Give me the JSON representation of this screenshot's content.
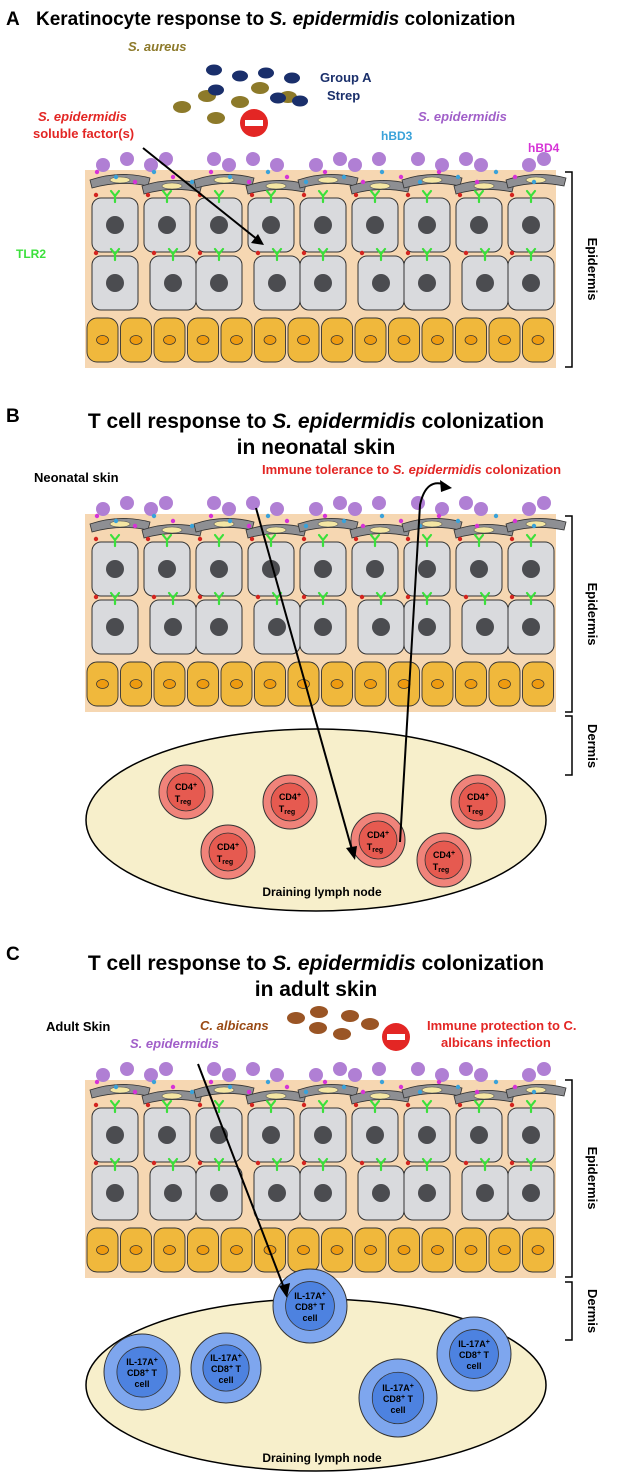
{
  "panel_a": {
    "letter": "A",
    "title_pre": "Keratinocyte response to ",
    "title_italic": "S. epidermidis",
    "title_post": " colonization",
    "s_aureus": "S. aureus",
    "group_a_1": "Group A",
    "group_a_2": "Strep",
    "soluble_1": "S. epidermidis",
    "soluble_2": "soluble factor(s)",
    "s_epidermidis": "S. epidermidis",
    "hbd3": "hBD3",
    "hbd4": "hBD4",
    "tlr2": "TLR2",
    "epidermis": "Epidermis"
  },
  "panel_b": {
    "letter": "B",
    "title1_pre": "T cell response to ",
    "title1_italic": "S. epidermidis",
    "title1_post": " colonization",
    "title2": "in neonatal skin",
    "skin_label": "Neonatal skin",
    "tolerance_pre": "Immune tolerance to ",
    "tolerance_italic": "S. epidermidis",
    "tolerance_post": " colonization",
    "epidermis": "Epidermis",
    "dermis": "Dermis",
    "treg_top": "CD4",
    "treg_sup": "+",
    "treg_bottom": "T",
    "treg_sub": "reg",
    "node_label": "Draining lymph node"
  },
  "panel_c": {
    "letter": "C",
    "title1_pre": "T cell response to ",
    "title1_italic": "S. epidermidis",
    "title1_post": " colonization",
    "title2": "in adult skin",
    "skin_label": "Adult Skin",
    "s_epidermidis": "S. epidermidis",
    "c_albicans": "C. albicans",
    "protection_1": "Immune protection to C.",
    "protection_2": "albicans infection",
    "epidermis": "Epidermis",
    "dermis": "Dermis",
    "tcell_1": "IL-17A",
    "tcell_sup": "+",
    "tcell_2": "CD8",
    "tcell_3": " T",
    "tcell_4": "cell",
    "node_label": "Draining lymph node"
  },
  "colors": {
    "tissue": "#f6d7b2",
    "cell": "#d9dadd",
    "nucleus": "#4b4c50",
    "basal": "#f0b83c",
    "basal_nucleus": "#ee9b10",
    "microbe": "#b07fd4",
    "tlr2": "#3be03b",
    "soluble_dot": "#d4241f",
    "hbd3": "#3aa2d9",
    "hbd4": "#d633d6",
    "s_aureus": "#8d7a2a",
    "strep": "#1a2f6b",
    "c_albicans": "#9a5525",
    "inhibit": "#e32624",
    "lymph_node": "#f7efcb",
    "treg_outer": "#f0837a",
    "treg_inner": "#e65a50",
    "tcell_outer": "#7ea6ee",
    "tcell_inner": "#4d82e0"
  }
}
